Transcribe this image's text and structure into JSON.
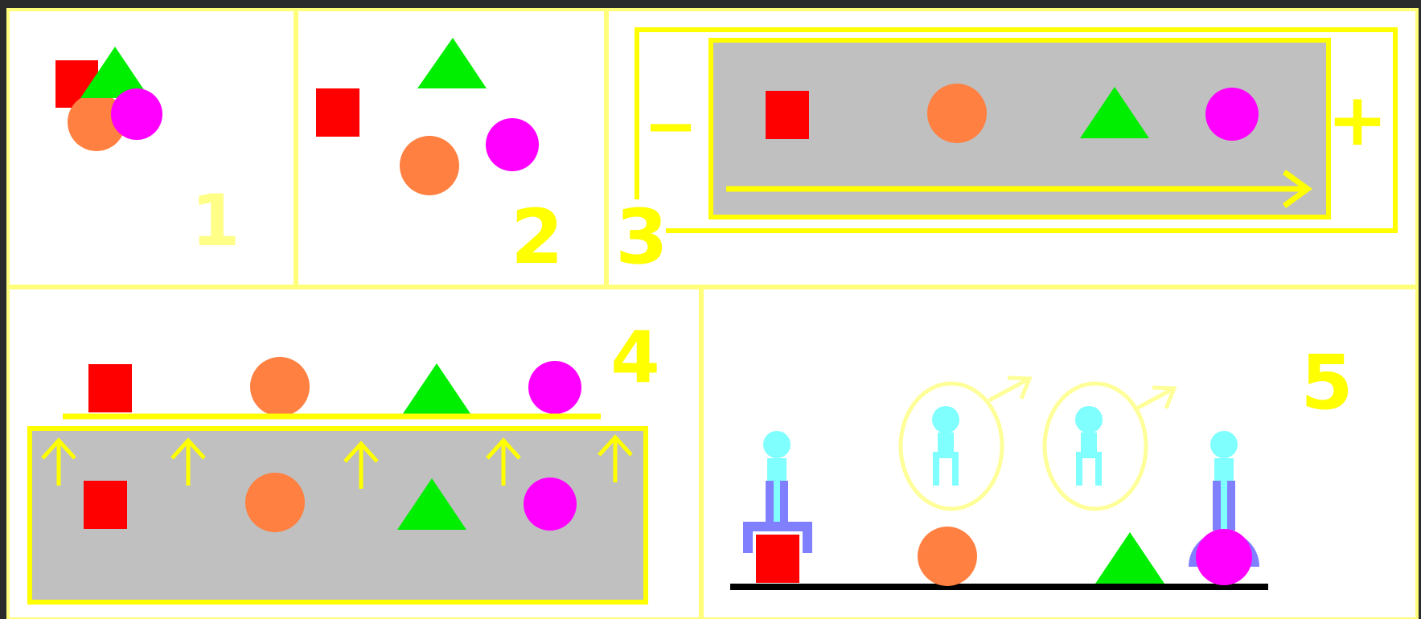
{
  "colors": {
    "frame_border": "#ffff7a",
    "panel_bg": "#ffffff",
    "outer_bg": "#2b2b2b",
    "accent_yellow": "#ffff00",
    "label_yellow": "#ffff00",
    "label_pale_yellow": "#ffff88",
    "tray_gray": "#c0c0c0",
    "ground_black": "#000000",
    "square_red": "#ff0000",
    "circle_orange": "#ff8040",
    "triangle_green": "#00ee00",
    "circle_magenta": "#ff00ff",
    "robot_cyan": "#80ffff",
    "robot_blue": "#8080ff",
    "ring_pale_yellow": "#ffff99"
  },
  "panels": [
    {
      "id": "panel-1",
      "label": "1",
      "description_shapes": [
        "red-square",
        "orange-circle",
        "green-triangle",
        "magenta-circle"
      ]
    },
    {
      "id": "panel-2",
      "label": "2"
    },
    {
      "id": "panel-3",
      "label": "3",
      "minus_symbol": "−",
      "plus_symbol": "+"
    },
    {
      "id": "panel-4",
      "label": "4"
    },
    {
      "id": "panel-5",
      "label": "5"
    }
  ],
  "icons": {
    "arrow_right": "arrow-right-icon",
    "arrow_up": "arrow-up-icon",
    "robot": "robot-figure-icon",
    "male_symbol": "male-symbol-icon"
  }
}
